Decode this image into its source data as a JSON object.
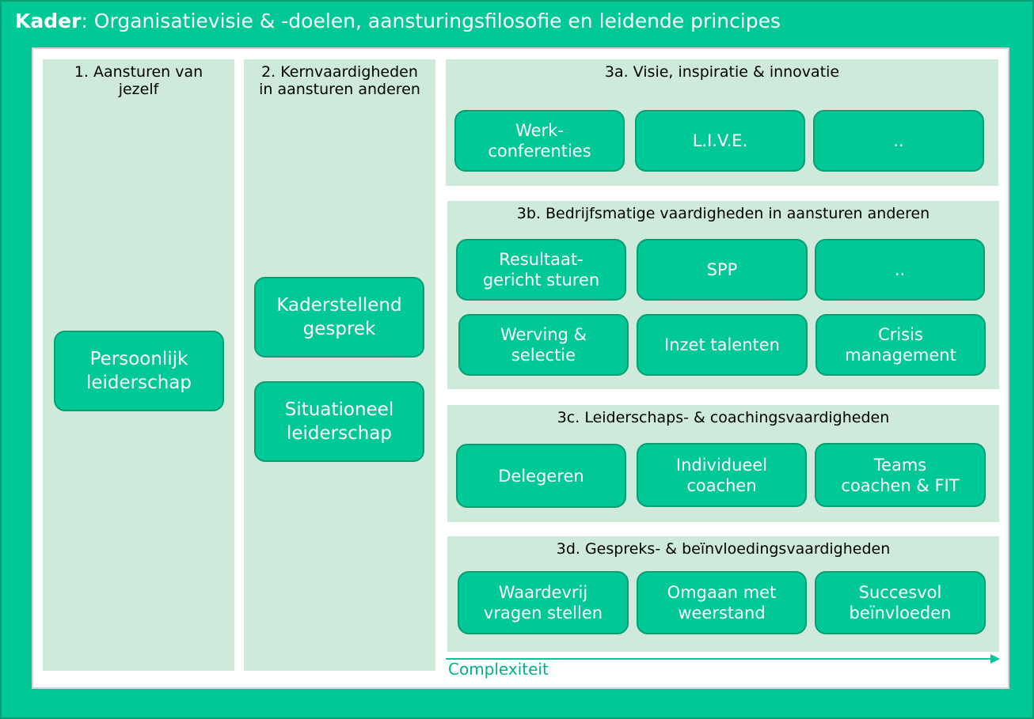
{
  "title": {
    "bold": "Kader",
    "rest": ": Organisatievisie & -doelen, aansturingsfilosofie en leidende principes"
  },
  "columns": [
    {
      "label": "1. Aansturen van\njezelf",
      "boxes": [
        "Persoonlijk\nleiderschap"
      ]
    },
    {
      "label": "2. Kernvaardigheden\nin aansturen anderen",
      "boxes": [
        "Kaderstellend\ngesprek",
        "Situationeel\nleiderschap"
      ]
    }
  ],
  "panels": [
    {
      "label": "3a. Visie, inspiratie & innovatie",
      "boxes": [
        "Werk-\nconferenties",
        "L.I.V.E.",
        ".."
      ]
    },
    {
      "label": "3b. Bedrijfsmatige vaardigheden in aansturen anderen",
      "boxes": [
        "Resultaat-\ngericht sturen",
        "SPP",
        "..",
        "Werving &\nselectie",
        "Inzet talenten",
        "Crisis\nmanagement"
      ]
    },
    {
      "label": "3c. Leiderschaps- & coachingsvaardigheden",
      "boxes": [
        "Delegeren",
        "Individueel\ncoachen",
        "Teams\ncoachen & FIT"
      ]
    },
    {
      "label": "3d. Gespreks- & beïnvloedingsvaardigheden",
      "boxes": [
        "Waardevrij\nvragen stellen",
        "Omgaan met\nweerstand",
        "Succesvol\nbeïnvloeden"
      ]
    }
  ],
  "arrow_label": "Complexiteit",
  "colors": {
    "accent": "#00c896",
    "accent_border": "#0a9d74",
    "panel_fill": "#cdeadb"
  }
}
